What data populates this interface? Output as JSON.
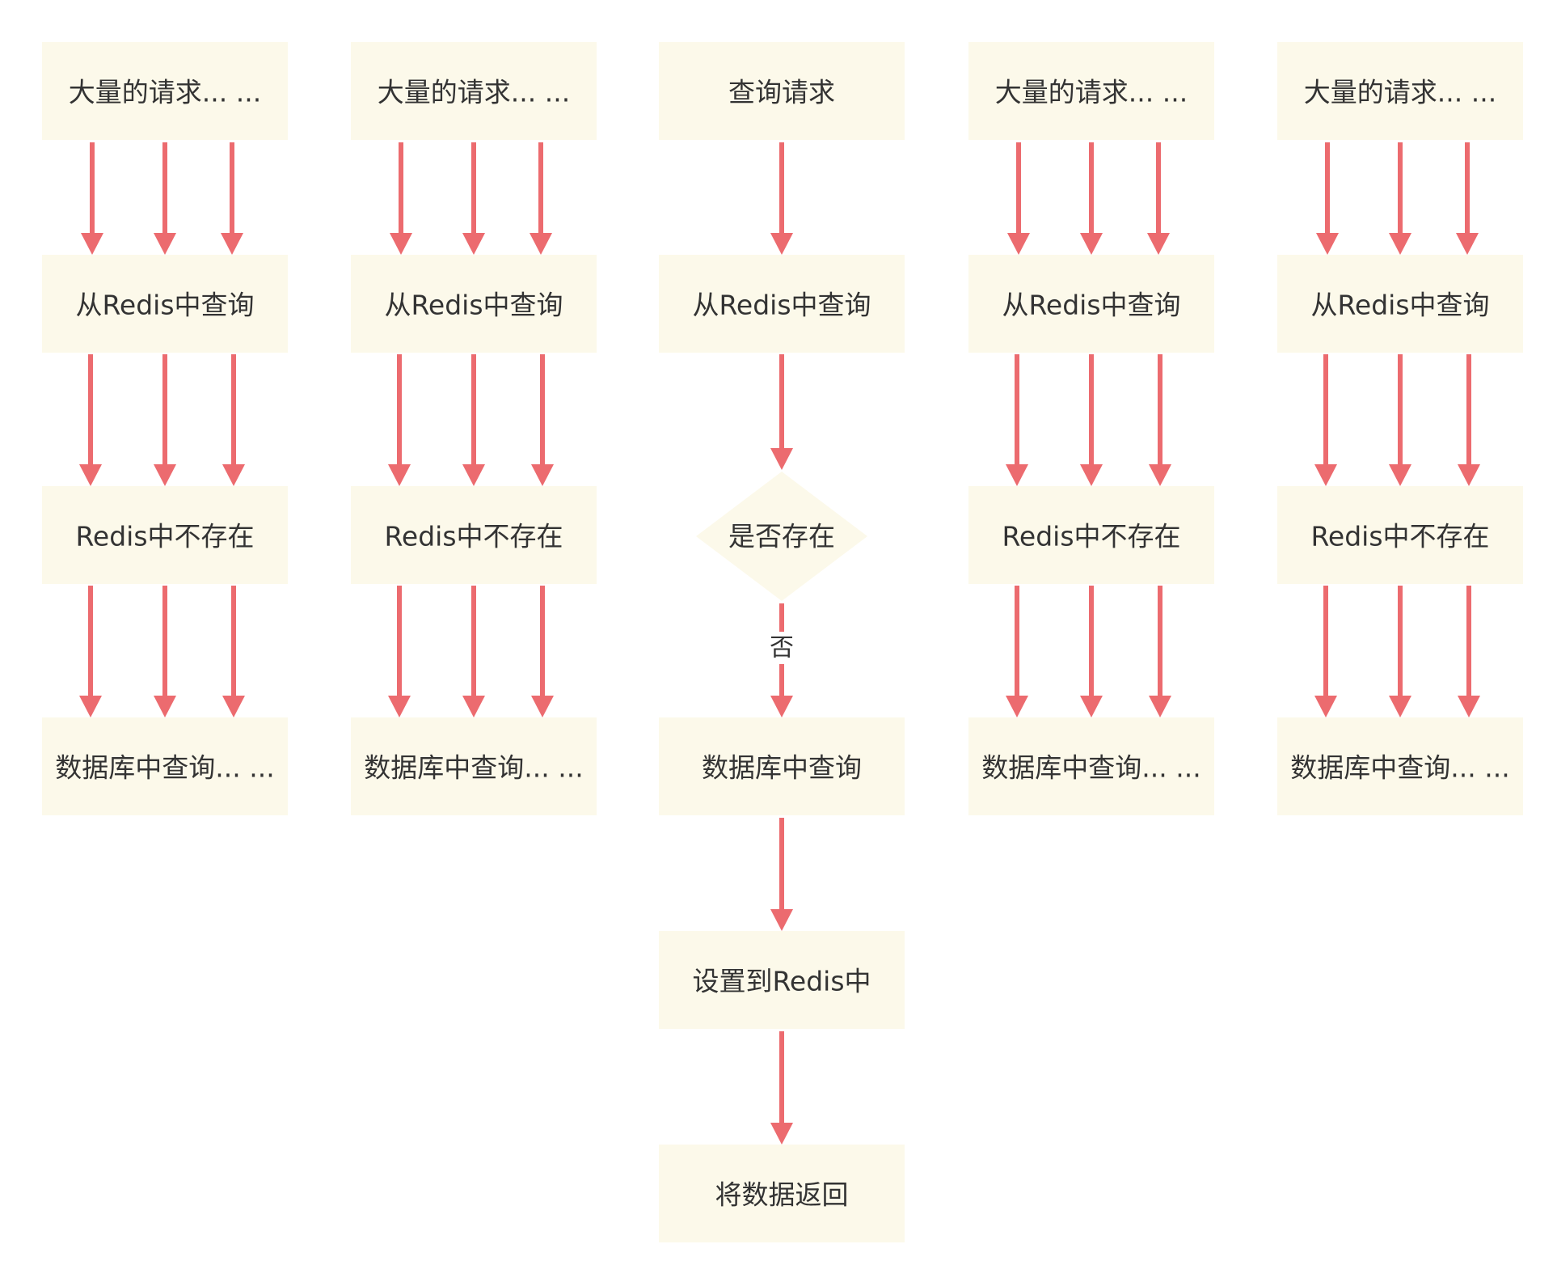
{
  "colors": {
    "node_fill": "#fcf9ea",
    "arrow": "#ec6b6f",
    "text": "#333333"
  },
  "side_column": {
    "request": "大量的请求... ...",
    "query_redis": "从Redis中查询",
    "redis_missing": "Redis中不存在",
    "query_db": "数据库中查询... ..."
  },
  "center_column": {
    "request": "查询请求",
    "query_redis": "从Redis中查询",
    "exists_decision": "是否存在",
    "no_label": "否",
    "query_db": "数据库中查询",
    "set_redis": "设置到Redis中",
    "return_data": "将数据返回"
  }
}
